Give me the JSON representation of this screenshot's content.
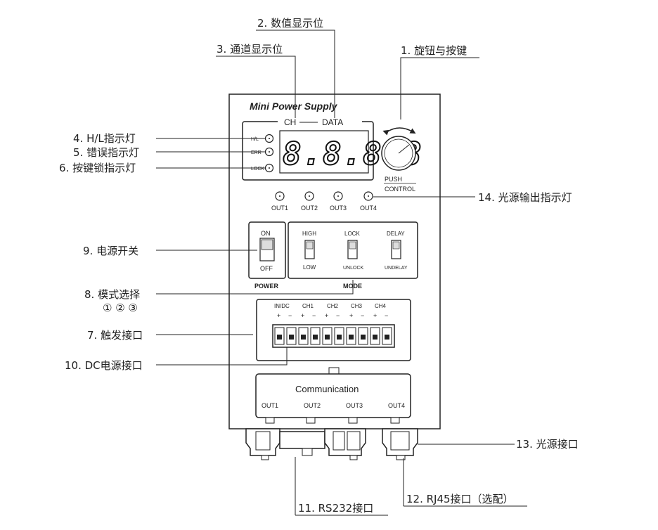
{
  "callouts": {
    "knob": "1. 旋钮与按键",
    "data_digits": "2. 数值显示位",
    "channel_digits": "3. 通道显示位",
    "hl_led": "4. H/L指示灯",
    "err_led": "5. 错误指示灯",
    "lock_led": "6. 按键锁指示灯",
    "trigger_port": "7. 触发接口",
    "mode_select": "8. 模式选择",
    "mode_select_sub": "① ② ③",
    "power_switch": "9. 电源开关",
    "dc_port": "10. DC电源接口",
    "rs232": "11. RS232接口",
    "rj45": "12. RJ45接口（选配）",
    "light_port": "13. 光源接口",
    "output_leds": "14. 光源输出指示灯"
  },
  "panel": {
    "title": "Mini Power Supply",
    "ch_label": "CH",
    "data_label": "DATA",
    "led_hl": "H/L",
    "led_err": "ERR",
    "led_lock": "LOCK",
    "display_digits": "8.8.8.8",
    "push": "PUSH",
    "control": "CONTROL",
    "out_leds": [
      "OUT1",
      "OUT2",
      "OUT3",
      "OUT4"
    ],
    "power_on": "ON",
    "power_off": "OFF",
    "power_label": "POWER",
    "mode_high": "HIGH",
    "mode_low": "LOW",
    "mode_lock": "LOCK",
    "mode_unlock": "UNLOCK",
    "mode_delay": "DELAY",
    "mode_undelay": "UNDELAY",
    "mode_label": "MODE",
    "term_labels": [
      "IN/DC",
      "CH1",
      "CH2",
      "CH3",
      "CH4"
    ],
    "plus": "+",
    "minus": "−",
    "comm_title": "Communication",
    "comm_outs": [
      "OUT1",
      "OUT2",
      "OUT3",
      "OUT4"
    ]
  }
}
